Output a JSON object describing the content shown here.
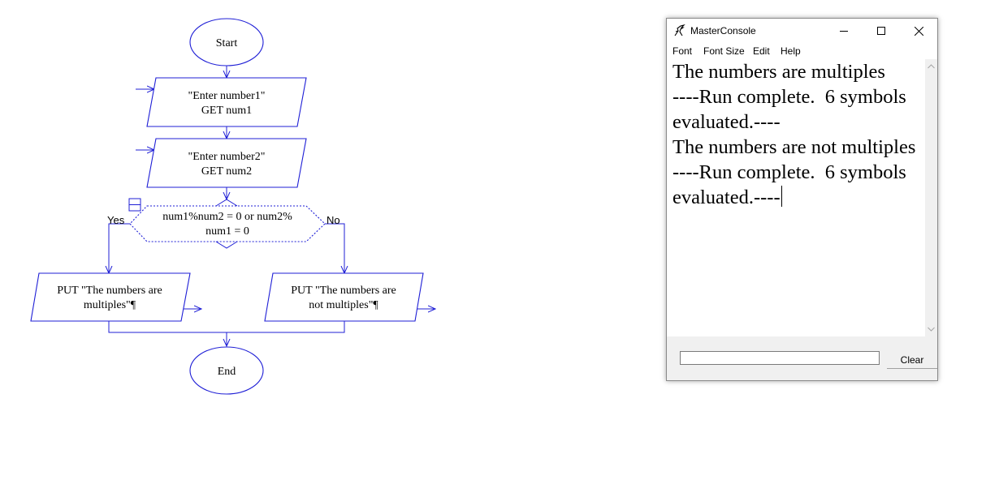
{
  "flowchart": {
    "start_label": "Start",
    "end_label": "End",
    "input1": {
      "line1": "\"Enter number1\"",
      "line2": "GET num1"
    },
    "input2": {
      "line1": "\"Enter number2\"",
      "line2": "GET num2"
    },
    "decision": {
      "line1": "num1%num2 = 0 or num2%",
      "line2": "num1 = 0",
      "yes_label": "Yes",
      "no_label": "No"
    },
    "output_yes": {
      "line1": "PUT \"The numbers are",
      "line2": "multiples\"¶"
    },
    "output_no": {
      "line1": "PUT \"The numbers are",
      "line2": "not multiples\"¶"
    }
  },
  "console": {
    "title": "MasterConsole",
    "menu": [
      "Font",
      "Font Size",
      "Edit",
      "Help"
    ],
    "output_text": "The numbers are multiples\n----Run complete.  6 symbols evaluated.----\nThe numbers are not multiples\n----Run complete.  6 symbols evaluated.----",
    "input_value": "",
    "clear_label": "Clear",
    "icons": {
      "app": "raptor-icon",
      "minimize": "minimize-icon",
      "maximize": "maximize-icon",
      "close": "close-icon"
    }
  }
}
